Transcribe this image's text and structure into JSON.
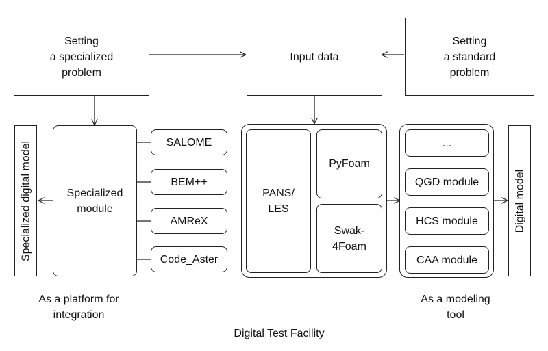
{
  "top": {
    "specialized_problem": "Setting\na specialized\nproblem",
    "input_data": "Input data",
    "standard_problem": "Setting\na standard\nproblem"
  },
  "left": {
    "specialized_digital_model": "Specialized digital model",
    "specialized_module": "Specialized\nmodule",
    "tools": [
      "SALOME",
      "BEM++",
      "AMReX",
      "Code_Aster"
    ]
  },
  "center": {
    "pans_les": "PANS/\nLES",
    "pyfoam": "PyFoam",
    "swak4foam": "Swak-\n4Foam"
  },
  "right": {
    "modules": [
      "...",
      "QGD module",
      "HCS module",
      "CAA module"
    ],
    "digital_model": "Digital model"
  },
  "captions": {
    "platform": "As a platform for\nintegration",
    "modeling_tool": "As a modeling\ntool",
    "facility": "Digital Test Facility"
  }
}
